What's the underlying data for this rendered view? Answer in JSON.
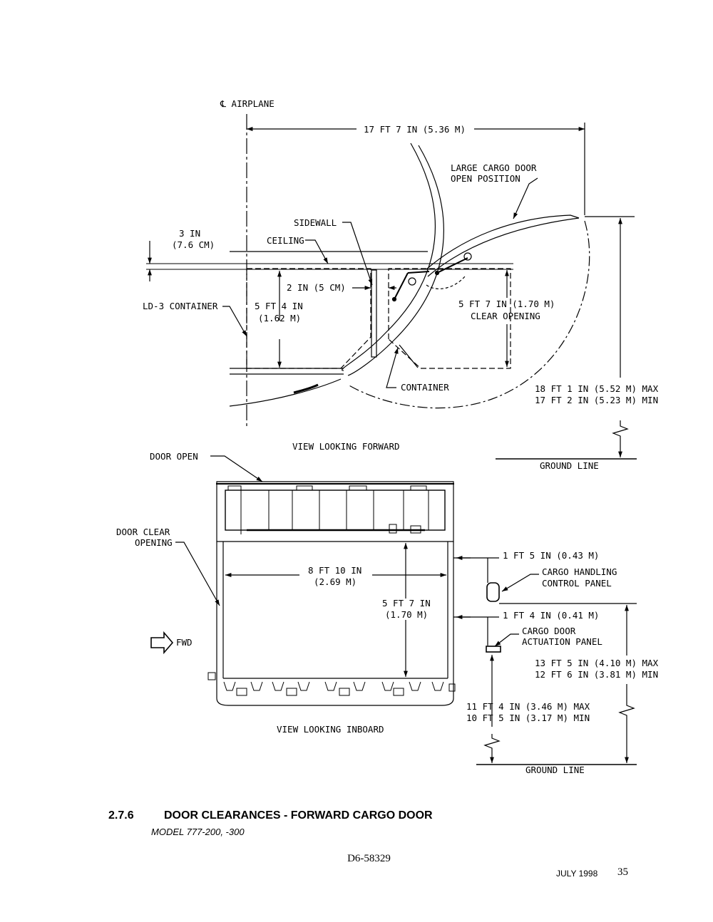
{
  "top_view": {
    "centerline": "℄ AIRPLANE",
    "width_dim": "17 FT 7 IN (5.36 M)",
    "door_open_label": [
      "LARGE CARGO DOOR",
      "OPEN POSITION"
    ],
    "sidewall": "SIDEWALL",
    "ceiling": "CEILING",
    "gap_dim": [
      "3 IN",
      "(7.6 CM)"
    ],
    "sidewall_gap": "2 IN (5 CM)",
    "ld3": "LD-3 CONTAINER",
    "container_height": [
      "5 FT 4 IN",
      "(1.62 M)"
    ],
    "clear_opening": [
      "5 FT 7 IN (1.70 M)",
      "CLEAR OPENING"
    ],
    "container": "CONTAINER",
    "sill_height": [
      "18 FT 1 IN (5.52 M) MAX",
      "17 FT 2 IN (5.23 M) MIN"
    ],
    "view_title": "VIEW LOOKING FORWARD",
    "ground": "GROUND LINE"
  },
  "side_view": {
    "door_open": "DOOR OPEN",
    "door_clear_opening": [
      "DOOR CLEAR",
      "OPENING"
    ],
    "width_dim": [
      "8 FT 10 IN",
      "(2.69 M)"
    ],
    "height_dim": [
      "5 FT 7 IN",
      "(1.70 M)"
    ],
    "fwd": "FWD",
    "handling_offset": "1 FT 5 IN (0.43 M)",
    "handling_panel": [
      "CARGO HANDLING",
      "CONTROL PANEL"
    ],
    "actuation_offset": "1 FT 4 IN (0.41 M)",
    "actuation_panel": [
      "CARGO DOOR",
      "ACTUATION PANEL"
    ],
    "upper_height": [
      "13 FT 5 IN (4.10 M) MAX",
      "12 FT 6 IN (3.81 M) MIN"
    ],
    "lower_height": [
      "11 FT 4 IN (3.46 M) MAX",
      "10 FT 5 IN (3.17 M) MIN"
    ],
    "view_title": "VIEW LOOKING INBOARD",
    "ground": "GROUND LINE"
  },
  "caption": {
    "number": "2.7.6",
    "title": "DOOR CLEARANCES - FORWARD CARGO DOOR",
    "subtitle": "MODEL 777-200, -300"
  },
  "footer": {
    "doc_number": "D6-58329",
    "date": "JULY 1998",
    "page": "35"
  }
}
